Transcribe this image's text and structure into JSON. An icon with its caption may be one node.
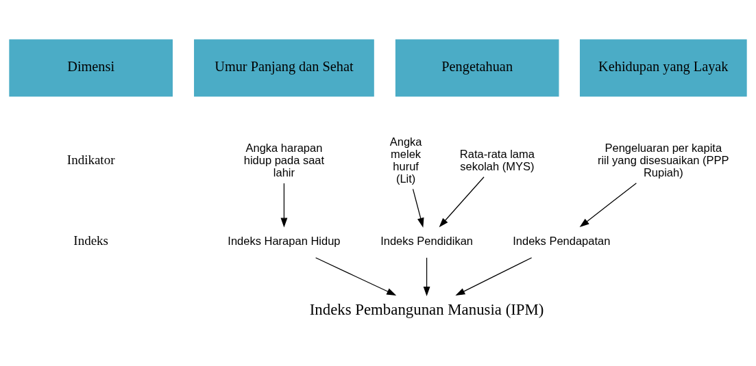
{
  "diagram": {
    "nodes": [
      {
        "text": [
          "Dimensi"
        ]
      },
      {
        "text": [
          "Umur Panjang dan Sehat"
        ]
      },
      {
        "text": [
          "Pengetahuan"
        ]
      },
      {
        "text": [
          "Kehidupan yang Layak"
        ]
      },
      {
        "text": [
          "Angka harapan hidup pada saat lahir"
        ]
      },
      {
        "text": [
          "Angka melek huruf (Lit)"
        ]
      },
      {
        "text": [
          "Rata-rata lama sekolah (MYS)"
        ]
      },
      {
        "text": [
          "Pengeluaran per kapita riil yang disesuaikan (PPP Rupiah)"
        ]
      },
      {
        "text": [
          "Indeks Harapan Hidup"
        ]
      },
      {
        "text": [
          "Indeks Pendidikan"
        ]
      },
      {
        "text": [
          "Indeks Pendapatan"
        ]
      },
      {
        "text": [
          "Indeks Pembangunan Manusia (IPM)"
        ]
      }
    ],
    "edges": [
      {
        "from": 4,
        "to": 8,
        "arrow": "to"
      },
      {
        "from": 5,
        "to": 9,
        "arrow": "to"
      },
      {
        "from": 6,
        "to": 9,
        "arrow": "to"
      },
      {
        "from": 7,
        "to": 10,
        "arrow": "to"
      },
      {
        "from": 8,
        "to": 11,
        "arrow": "to"
      },
      {
        "from": 9,
        "to": 11,
        "arrow": "to"
      },
      {
        "from": 10,
        "to": 11,
        "arrow": "to"
      }
    ],
    "labels": [
      "Indikator",
      "Indeks"
    ]
  }
}
